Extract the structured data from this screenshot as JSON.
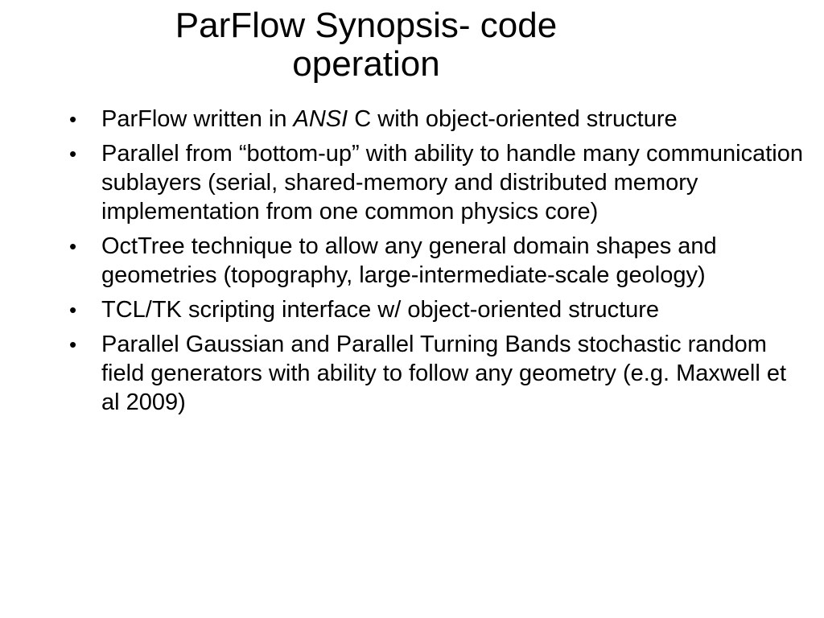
{
  "title": {
    "line1": "ParFlow Synopsis- code",
    "line2": "operation"
  },
  "bullet_glyph": "•",
  "bullets": [
    {
      "before": "ParFlow written in ",
      "emphasis": "ANSI",
      "after": " C with object-oriented structure"
    },
    {
      "text": "Parallel from “bottom-up” with ability to handle many communication sublayers (serial, shared-memory and distributed memory implementation from one common physics core)"
    },
    {
      "text": "OctTree technique to allow any general domain shapes and geometries (topography, large-intermediate-scale geology)"
    },
    {
      "text": "TCL/TK scripting interface w/ object-oriented structure"
    },
    {
      "text": "Parallel Gaussian and Parallel Turning Bands stochastic random field generators with ability to follow any geometry (e.g. Maxwell et al 2009)"
    }
  ]
}
